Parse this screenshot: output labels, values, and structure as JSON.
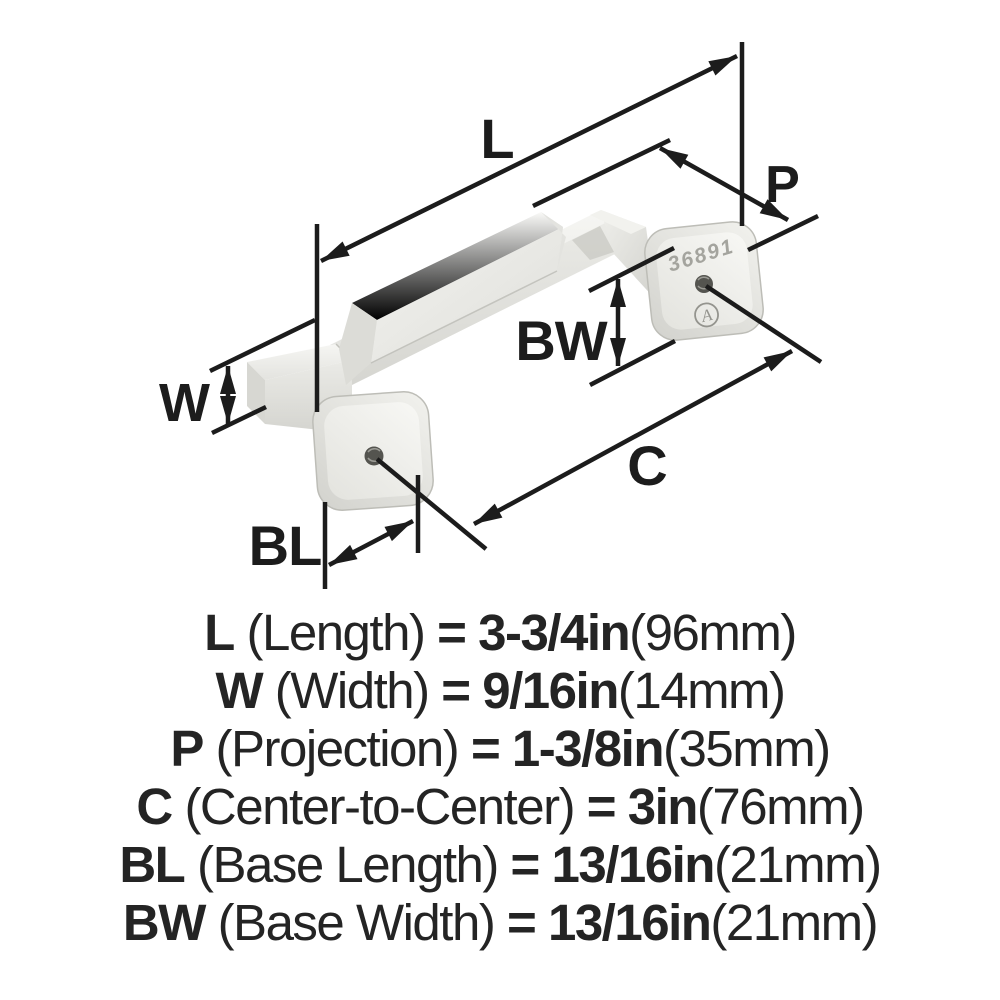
{
  "diagram": {
    "labels": {
      "length": "L",
      "projection": "P",
      "width": "W",
      "base_width": "BW",
      "center_to_center": "C",
      "base_length": "BL"
    },
    "handle": {
      "engraving": "36891",
      "logo_letter": "A"
    }
  },
  "legend": {
    "rows": [
      {
        "code": "L",
        "name": "(Length)",
        "equals": "=",
        "value": "3-3/4in",
        "metric": "(96mm)"
      },
      {
        "code": "W",
        "name": "(Width)",
        "equals": "=",
        "value": "9/16in",
        "metric": "(14mm)"
      },
      {
        "code": "P",
        "name": "(Projection)",
        "equals": "=",
        "value": "1-3/8in",
        "metric": "(35mm)"
      },
      {
        "code": "C",
        "name": "(Center-to-Center)",
        "equals": "=",
        "value": "3in",
        "metric": "(76mm)"
      },
      {
        "code": "BL",
        "name": "(Base Length)",
        "equals": "=",
        "value": "13/16in",
        "metric": "(21mm)"
      },
      {
        "code": "BW",
        "name": "(Base Width)",
        "equals": "=",
        "value": "13/16in",
        "metric": "(21mm)"
      }
    ]
  },
  "colors": {
    "ink": "#1c1c1c",
    "background": "#ffffff",
    "metal_light": "#f6f6f3",
    "metal_mid": "#e8e8e4",
    "metal_dark": "#cfcfca",
    "engraving": "#a4a49e"
  }
}
